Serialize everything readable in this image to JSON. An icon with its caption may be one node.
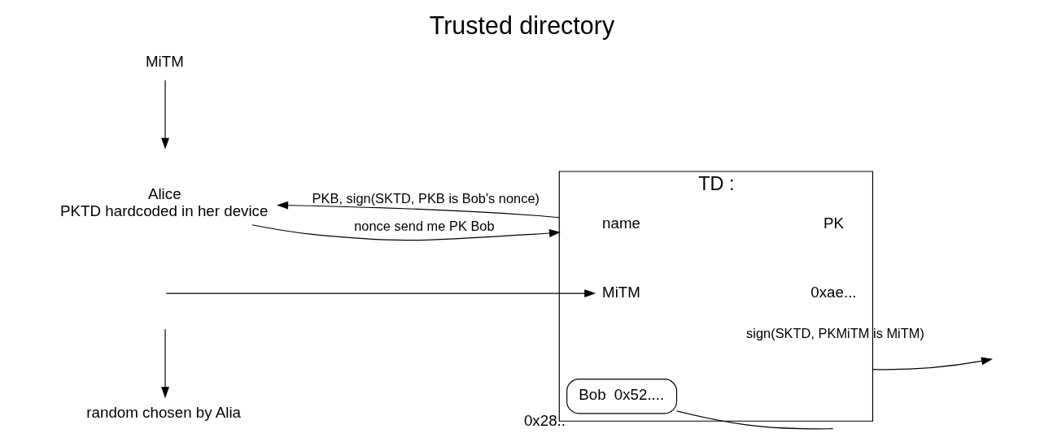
{
  "diagram": {
    "title": "Trusted directory",
    "nodes": [
      {
        "text": [
          "random chosen by Alia"
        ]
      },
      {
        "text": [
          "Alice",
          "PKTD hardcoded in her device"
        ]
      },
      {
        "text": [
          "TD :"
        ]
      },
      {
        "text": [
          "name"
        ],
        "in": 2
      },
      {
        "text": [
          "PK"
        ],
        "in": 2
      },
      {
        "text": [
          "Bob",
          "0x52...."
        ],
        "in": 2,
        "beside": [
          "0x28.."
        ]
      },
      {
        "text": [
          "MiTM"
        ],
        "in": 2
      },
      {
        "text": [
          "0xae..."
        ],
        "in": 2
      },
      {
        "text": [
          "MiTM"
        ]
      }
    ],
    "edges": [
      {
        "from": null,
        "to": 0,
        "arrow": "to"
      },
      {
        "from": 1,
        "to": 2,
        "arrow": "to",
        "label": "nonce send me PK Bob"
      },
      {
        "from": 2,
        "to": 1,
        "arrow": "to",
        "label": "PKB, sign(SKTD, PKB is Bob's nonce)"
      },
      {
        "from": 8,
        "to": null,
        "arrow": "to"
      },
      {
        "from": null,
        "to": 6,
        "arrow": "to"
      },
      {
        "from": 2,
        "to": null,
        "arrow": "to",
        "label": "sign(SKTD, PKMiTM is MiTM)"
      },
      {
        "from": 5,
        "to": null,
        "arrow": "none"
      }
    ]
  }
}
